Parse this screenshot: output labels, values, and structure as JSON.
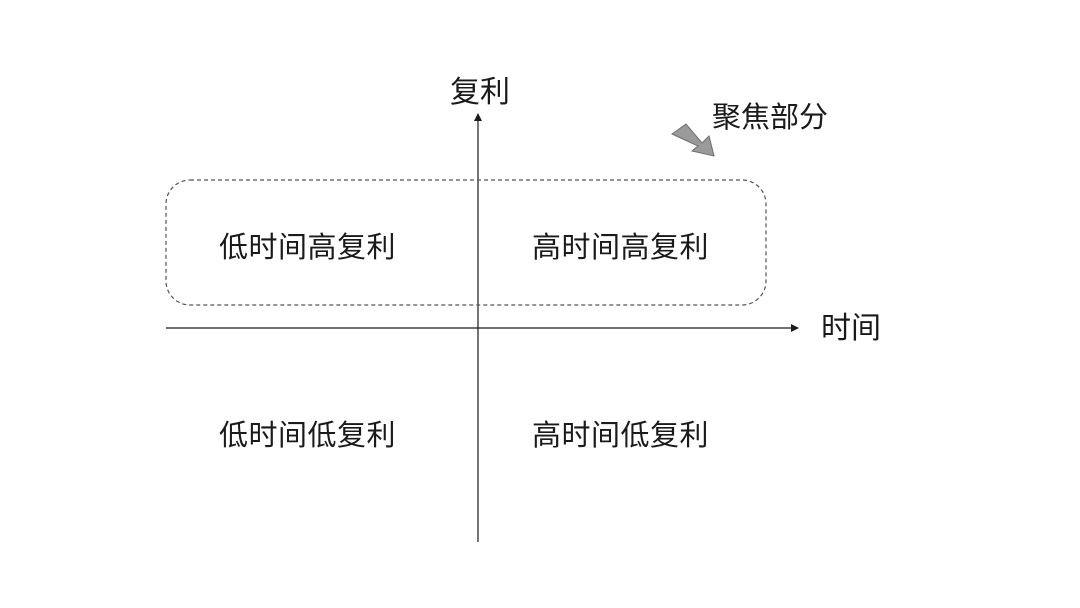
{
  "axes": {
    "y_label": "复利",
    "x_label": "时间"
  },
  "focus": {
    "label": "聚焦部分"
  },
  "quadrants": {
    "top_left": "低时间高复利",
    "top_right": "高时间高复利",
    "bottom_left": "低时间低复利",
    "bottom_right": "高时间低复利"
  },
  "colors": {
    "line": "#1a1a1a",
    "dashed_box": "#555555",
    "arrow_fill": "#9a9a9a",
    "arrow_stroke": "#6f6f6f",
    "text": "#1a1a1a"
  },
  "icons": {
    "focus_pointer": "gray-arrow-icon"
  }
}
